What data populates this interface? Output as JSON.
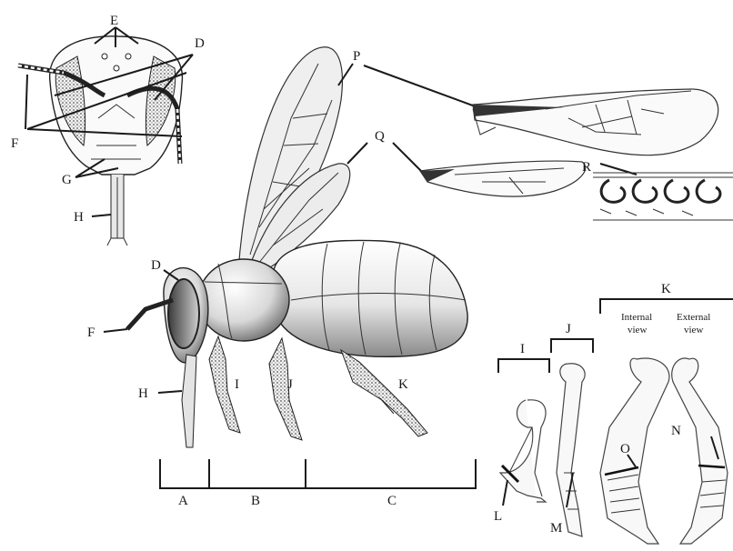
{
  "labels": {
    "A": "A",
    "B": "B",
    "C": "C",
    "D": "D",
    "E": "E",
    "F": "F",
    "G": "G",
    "H": "H",
    "I": "I",
    "J": "J",
    "K": "K",
    "L": "L",
    "M": "M",
    "N": "N",
    "O": "O",
    "P": "P",
    "Q": "Q",
    "R": "R"
  },
  "leg_views": {
    "internal": [
      "Internal",
      "view"
    ],
    "external": [
      "External",
      "view"
    ]
  },
  "colors": {
    "ink": "#1a1a1a",
    "body_shade_light": "#f2f2f2",
    "body_shade_dark": "#7a7a7a",
    "wing_fill": "#e9e9e9"
  }
}
